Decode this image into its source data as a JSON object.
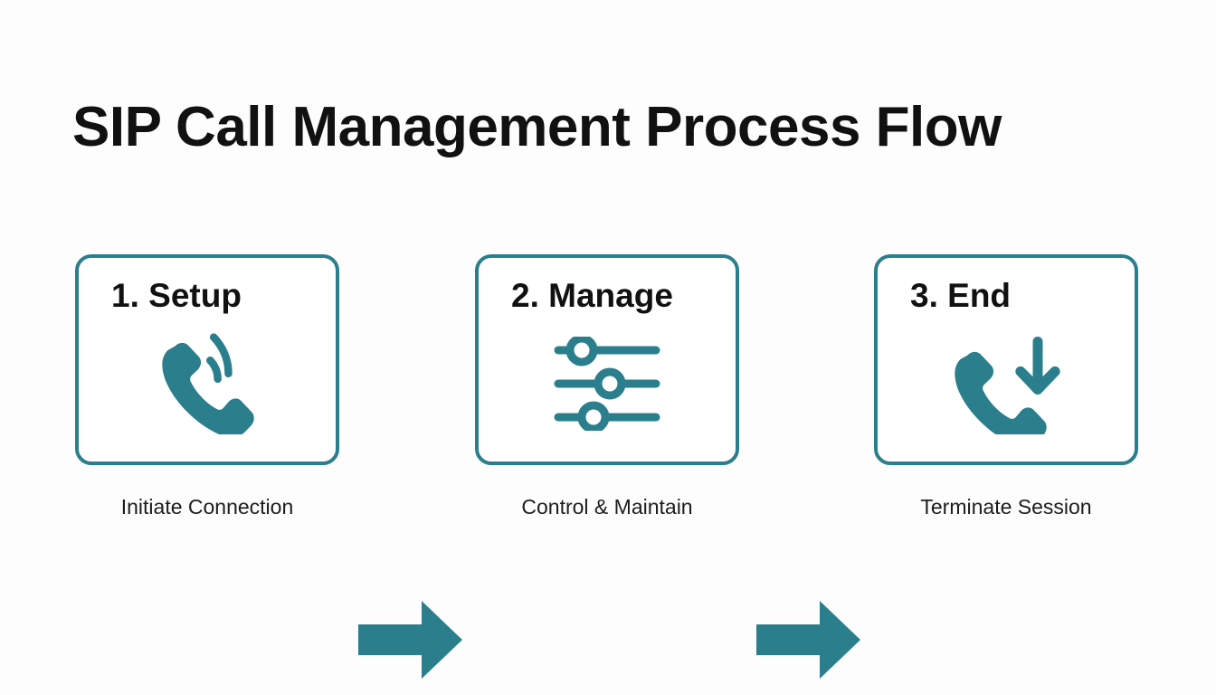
{
  "slide": {
    "title": "SIP Call Management Process Flow",
    "background_color": "#fdfdfd",
    "accent_color": "#2b7e8c",
    "text_color": "#111111"
  },
  "flow": {
    "steps": [
      {
        "title": "1. Setup",
        "caption": "Initiate Connection",
        "icon": "phone-ringing-icon"
      },
      {
        "title": "2. Manage",
        "caption": "Control & Maintain",
        "icon": "sliders-icon"
      },
      {
        "title": "3. End",
        "caption": "Terminate Session",
        "icon": "phone-down-arrow-icon"
      }
    ],
    "connectors": [
      {
        "icon": "arrow-right-icon"
      },
      {
        "icon": "arrow-right-icon"
      }
    ]
  }
}
